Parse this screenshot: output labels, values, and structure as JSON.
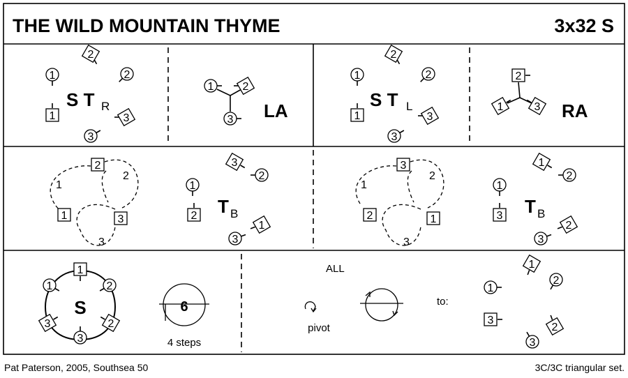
{
  "header": {
    "title": "THE WILD MOUNTAIN THYME",
    "formation": "3x32 S"
  },
  "footer": {
    "credit": "Pat Paterson, 2005, Southsea 50",
    "set": "3C/3C  triangular set."
  },
  "figures": {
    "r1p1": {
      "main": "S T",
      "sub": "R"
    },
    "r1p2": {
      "main": "LA"
    },
    "r1p3": {
      "main": "S T",
      "sub": "L"
    },
    "r1p4": {
      "main": "RA"
    },
    "r2p1": {
      "paths": [
        "1",
        "2",
        "3"
      ]
    },
    "r2p2": {
      "main": "T",
      "sub": "B"
    },
    "r2p3": {
      "paths": [
        "1",
        "2",
        "3"
      ]
    },
    "r2p4": {
      "main": "T",
      "sub": "B"
    },
    "r3p1": {
      "main": "S"
    },
    "r3p2": {
      "bars": "6",
      "caption": "4 steps"
    },
    "r3p3": {
      "heading": "ALL",
      "pivot": "pivot",
      "to": "to:"
    }
  },
  "dancers": [
    "1",
    "2",
    "2",
    "1",
    "3",
    "3",
    "1",
    "2",
    "3",
    "1",
    "2",
    "2",
    "1",
    "3",
    "3",
    "2",
    "1",
    "3",
    "2",
    "1",
    "3",
    "3",
    "2",
    "1",
    "2",
    "3",
    "1",
    "3",
    "2",
    "1",
    "1",
    "2",
    "1",
    "3",
    "3",
    "2",
    "1",
    "1",
    "2",
    "3",
    "2",
    "3",
    "1",
    "2",
    "1",
    "3",
    "2",
    "3"
  ]
}
